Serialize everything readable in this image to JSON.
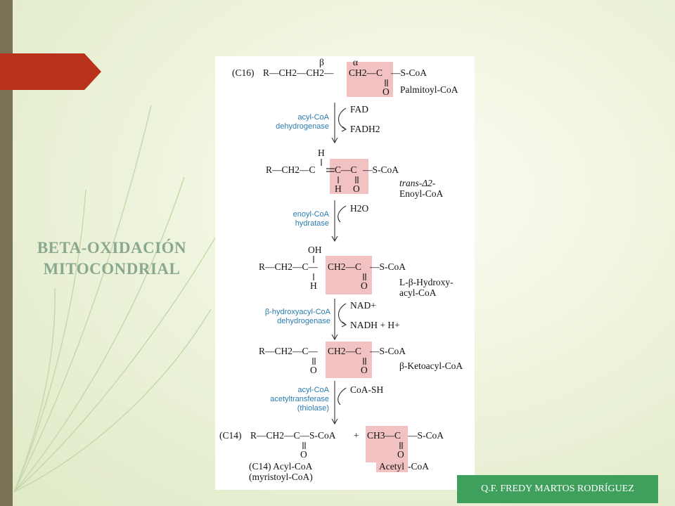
{
  "slide": {
    "title_line1": "BETA-OXIDACIÓN",
    "title_line2": "MITOCONDRIAL",
    "footer": "Q.F. FREDY MARTOS RODRÍGUEZ"
  },
  "colors": {
    "accent_red": "#b8321c",
    "footer_green": "#3f9f5c",
    "highlight_pink": "#f2c1c2",
    "enzyme_blue": "#2a7bb0"
  },
  "diagram": {
    "step1": {
      "chain_length": "(C16)",
      "beta": "β",
      "alpha": "α",
      "formula_a": "R—CH2—CH2—",
      "formula_b": "CH2—C",
      "formula_c": "—S-CoA",
      "oxygen": "O",
      "name": "Palmitoyl-CoA"
    },
    "enzyme1": {
      "line1": "acyl-CoA",
      "line2": "dehydrogenase",
      "in": "FAD",
      "out": "FADH2"
    },
    "step2": {
      "h_top": "H",
      "formula_a": "R—CH2—C",
      "formula_b": "C—C",
      "formula_c": "—S-CoA",
      "h_bottom": "H",
      "oxygen": "O",
      "name_line1": "trans-Δ2-",
      "name_line2": "Enoyl-CoA"
    },
    "enzyme2": {
      "line1": "enoyl-CoA",
      "line2": "hydratase",
      "in": "H2O"
    },
    "step3": {
      "oh_top": "OH",
      "formula_a": "R—CH2—C—",
      "formula_b": "CH2—C",
      "formula_c": "—S-CoA",
      "h_bottom": "H",
      "oxygen": "O",
      "name_line1": "L-β-Hydroxy-",
      "name_line2": "acyl-CoA"
    },
    "enzyme3": {
      "line1": "β-hydroxyacyl-CoA",
      "line2": "dehydrogenase",
      "in": "NAD+",
      "out": "NADH + H+"
    },
    "step4": {
      "formula_a": "R—CH2—C—",
      "formula_b": "CH2—C",
      "formula_c": "—S-CoA",
      "oxygen1": "O",
      "oxygen2": "O",
      "name": "β-Ketoacyl-CoA"
    },
    "enzyme4": {
      "line1": "acyl-CoA",
      "line2": "acetyltransferase",
      "line3": "(thiolase)",
      "in": "CoA-SH"
    },
    "step5": {
      "chain_length": "(C14)",
      "formula_a": "R—CH2—C—S-CoA",
      "plus": "+",
      "formula_b": "CH3—C",
      "formula_c": "—S-CoA",
      "oxygen1": "O",
      "oxygen2": "O",
      "product1_line1": "(C14) Acyl-CoA",
      "product1_line2": "(myristoyl-CoA)",
      "product2_a": "Acetyl",
      "product2_b": " -CoA"
    }
  }
}
